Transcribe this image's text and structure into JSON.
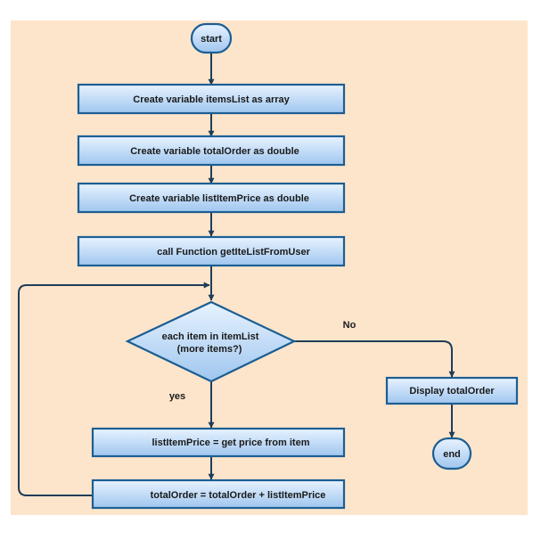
{
  "nodes": {
    "start": "start",
    "create_items_list": "Create variable itemsList as array",
    "create_total_order": "Create variable totalOrder as double",
    "create_list_item_price": "Create variable listItemPrice as double",
    "call_function": "call Function getIteListFromUser",
    "decision_line1": "each item in itemList",
    "decision_line2": "(more items?)",
    "get_price": "listItemPrice = get price from item",
    "update_total": "totalOrder = totalOrder  + listItemPrice",
    "display_total": "Display totalOrder",
    "end": "end"
  },
  "edges": {
    "no_label": "No",
    "yes_label": "yes"
  },
  "colors": {
    "background": "#fde5cc",
    "box_fill_top": "#e8f3ff",
    "box_fill_bottom": "#9fc6ef",
    "box_stroke": "#1c5e92",
    "edge": "#1f3d57"
  }
}
